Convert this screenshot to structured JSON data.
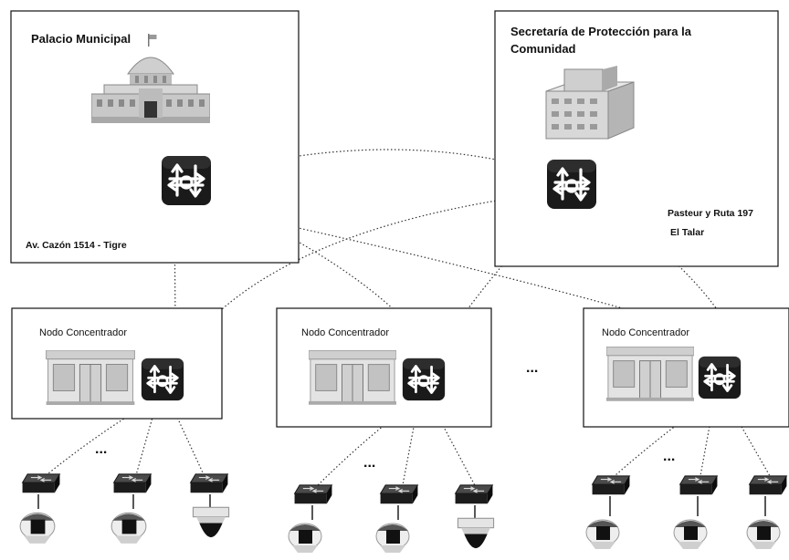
{
  "sites": {
    "palacio": {
      "title": "Palacio Municipal",
      "address": "Av. Cazón 1514 - Tigre"
    },
    "secretaria": {
      "title_line1": "Secretaría de Protección para la",
      "title_line2": "Comunidad",
      "address_line1": "Pasteur y Ruta 197",
      "address_line2": "El Talar"
    }
  },
  "nodes": [
    {
      "label": "Nodo Concentrador",
      "cameras": [
        "camera",
        "camera",
        "dome-camera"
      ]
    },
    {
      "label": "Nodo Concentrador",
      "cameras": [
        "camera",
        "camera",
        "dome-camera"
      ]
    },
    {
      "label": "Nodo Concentrador",
      "cameras": [
        "camera",
        "camera",
        "camera"
      ]
    }
  ],
  "ellipsis": "...",
  "ellipsis_between_nodes": "...",
  "icons": {
    "router": "router-icon",
    "switch": "switch-icon",
    "camera": "camera-icon",
    "dome": "dome-camera-icon",
    "building": "building-icon"
  },
  "colors": {
    "router": "#1a1a1a",
    "switch": "#222222",
    "building_light": "#d4d4d4",
    "building_dark": "#9a9a9a"
  }
}
